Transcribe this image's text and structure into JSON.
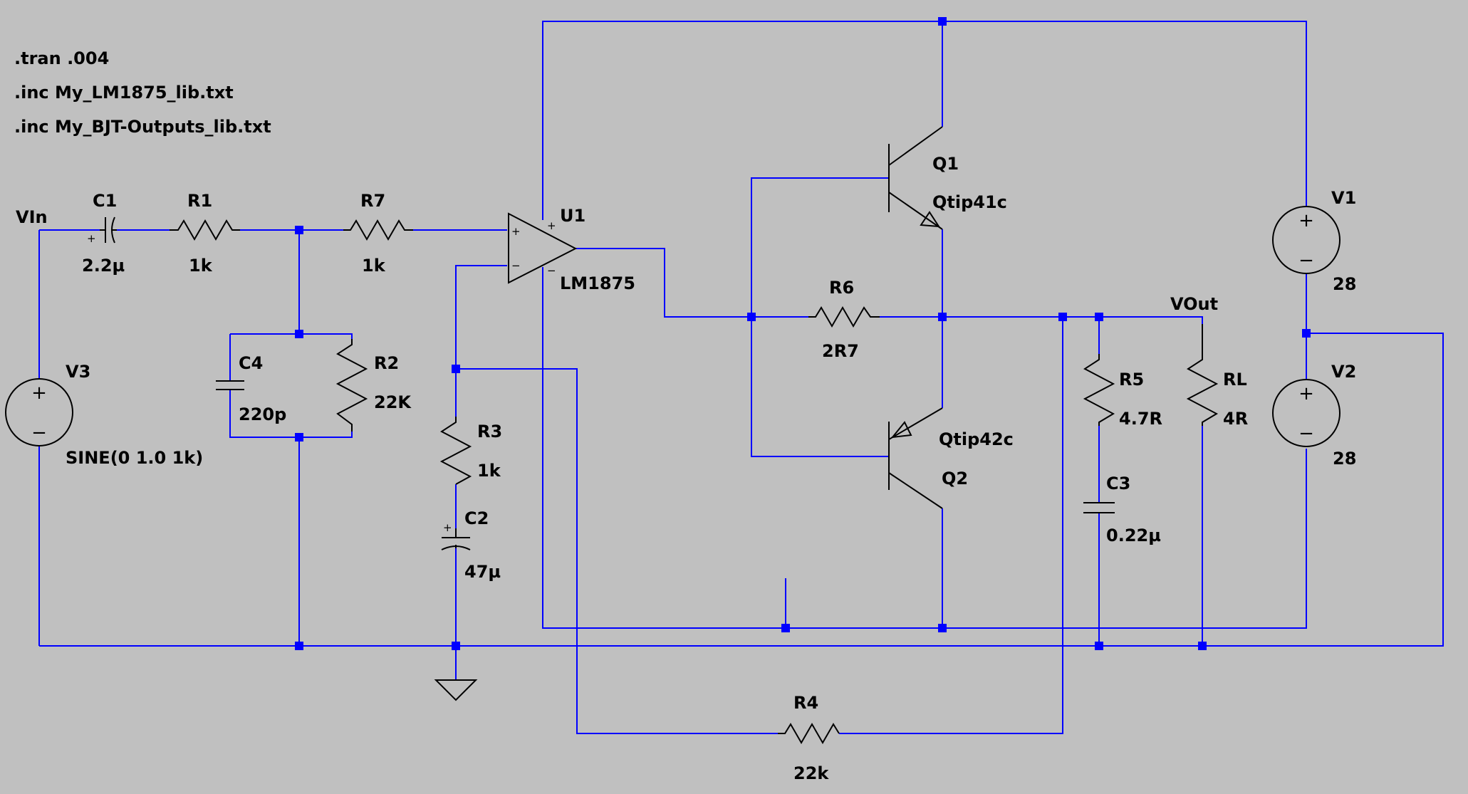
{
  "directives": [
    ".tran .004",
    ".inc My_LM1875_lib.txt",
    ".inc My_BJT-Outputs_lib.txt"
  ],
  "nets": {
    "vin": "VIn",
    "vout": "VOut"
  },
  "components": {
    "C1": {
      "ref": "C1",
      "value": "2.2µ"
    },
    "R1": {
      "ref": "R1",
      "value": "1k"
    },
    "R7": {
      "ref": "R7",
      "value": "1k"
    },
    "C4": {
      "ref": "C4",
      "value": "220p"
    },
    "R2": {
      "ref": "R2",
      "value": "22K"
    },
    "V3": {
      "ref": "V3",
      "value": "SINE(0 1.0 1k)"
    },
    "R3": {
      "ref": "R3",
      "value": "1k"
    },
    "C2": {
      "ref": "C2",
      "value": "47µ"
    },
    "U1": {
      "ref": "U1",
      "value": "LM1875"
    },
    "Q1": {
      "ref": "Q1",
      "value": "Qtip41c"
    },
    "Q2": {
      "ref": "Q2",
      "value": "Qtip42c"
    },
    "R6": {
      "ref": "R6",
      "value": "2R7"
    },
    "R4": {
      "ref": "R4",
      "value": "22k"
    },
    "R5": {
      "ref": "R5",
      "value": "4.7R"
    },
    "C3": {
      "ref": "C3",
      "value": "0.22µ"
    },
    "RL": {
      "ref": "RL",
      "value": "4R"
    },
    "V1": {
      "ref": "V1",
      "value": "28"
    },
    "V2": {
      "ref": "V2",
      "value": "28"
    }
  },
  "symbols": {
    "plus": "+",
    "minus": "−"
  },
  "colors": {
    "background": "#c0c0c0",
    "wire": "#0000ff",
    "component": "#000000"
  }
}
